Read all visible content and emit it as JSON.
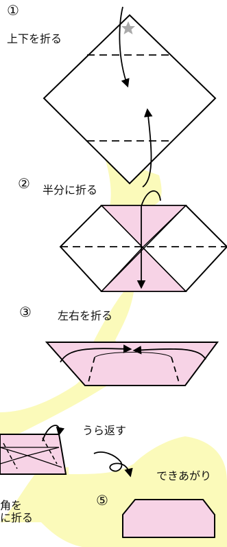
{
  "steps": [
    {
      "number": "①",
      "instruction": "上下を折る"
    },
    {
      "number": "②",
      "instruction": "半分に折る"
    },
    {
      "number": "③",
      "instruction": "左右を折る"
    },
    {
      "number": "",
      "instruction": "角を\nに折る"
    },
    {
      "number": "⑤",
      "instruction": "できあがり"
    }
  ],
  "flip_instruction": "うら返す",
  "colors": {
    "paper_front": "#ffffff",
    "paper_back": "#f7d3e6",
    "path_highlight": "#fbfaba",
    "outline": "#000000",
    "star": "#a9a9a9"
  },
  "icons": [
    "star-icon",
    "fold-arrow-icon",
    "flip-arrow-icon"
  ]
}
